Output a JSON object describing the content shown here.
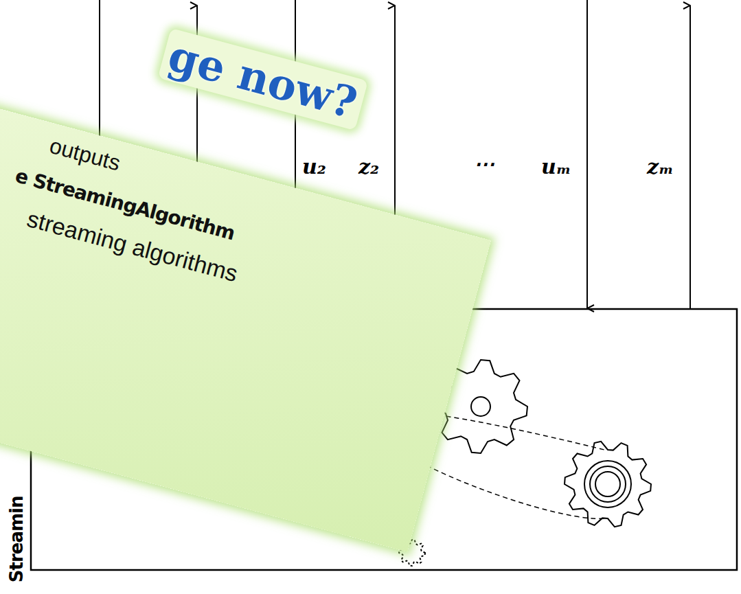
{
  "diagram": {
    "nodes": [
      {
        "text": [
          "ge now?",
          "outputs",
          "e StreamingAlgorithm",
          "streaming algorithms"
        ]
      }
    ],
    "edges": [],
    "labels": [
      "u₂",
      "z₂",
      "⋯",
      "uₘ",
      "zₘ",
      "Streamin"
    ]
  }
}
